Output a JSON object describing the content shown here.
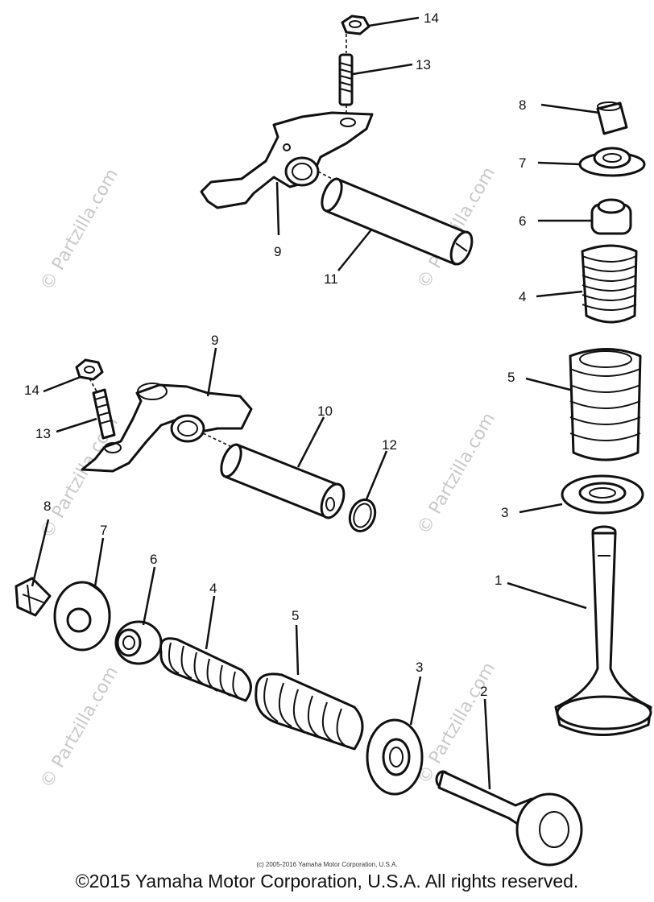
{
  "watermarks": [
    "© Partzilla.com",
    "© Partzilla.com",
    "© Partzilla.com",
    "© Partzilla.com",
    "© Partzilla.com",
    "© Partzilla.com"
  ],
  "callouts": {
    "c1": "1",
    "c2": "2",
    "c3a": "3",
    "c3b": "3",
    "c4a": "4",
    "c4b": "4",
    "c5a": "5",
    "c5b": "5",
    "c6a": "6",
    "c6b": "6",
    "c7a": "7",
    "c7b": "7",
    "c8a": "8",
    "c8b": "8",
    "c9a": "9",
    "c9b": "9",
    "c10": "10",
    "c11": "11",
    "c12": "12",
    "c13a": "13",
    "c13b": "13",
    "c14a": "14",
    "c14b": "14"
  },
  "copyright_small": "(c) 2005-2016 Yamaha Motor Corporation, U.S.A.",
  "copyright_main": "©2015 Yamaha Motor Corporation, U.S.A. All rights reserved."
}
